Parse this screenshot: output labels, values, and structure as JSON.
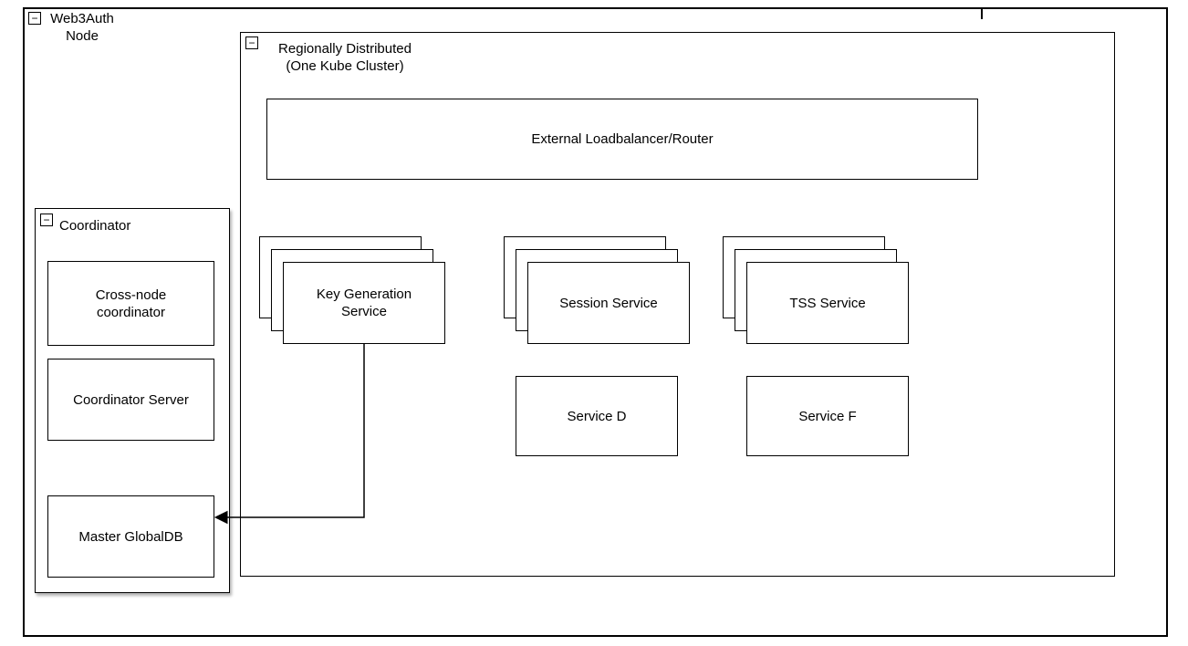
{
  "colors": {
    "stroke": "#000000",
    "background": "#ffffff",
    "text": "#000000"
  },
  "icons": {
    "collapse_glyph": "−"
  },
  "diagram": {
    "outer_container": {
      "label": "Web3Auth\nNode"
    },
    "region_container": {
      "label": "Regionally Distributed\n(One Kube Cluster)"
    },
    "loadbalancer": {
      "label": "External Loadbalancer/Router"
    },
    "stacks": [
      {
        "label": "Key Generation\nService"
      },
      {
        "label": "Session Service"
      },
      {
        "label": "TSS Service"
      }
    ],
    "services": [
      {
        "label": "Service D"
      },
      {
        "label": "Service F"
      }
    ],
    "coordinator": {
      "label": "Coordinator",
      "boxes": [
        {
          "label": "Cross-node\ncoordinator"
        },
        {
          "label": "Coordinator Server"
        },
        {
          "label": "Master GlobalDB"
        }
      ]
    }
  }
}
